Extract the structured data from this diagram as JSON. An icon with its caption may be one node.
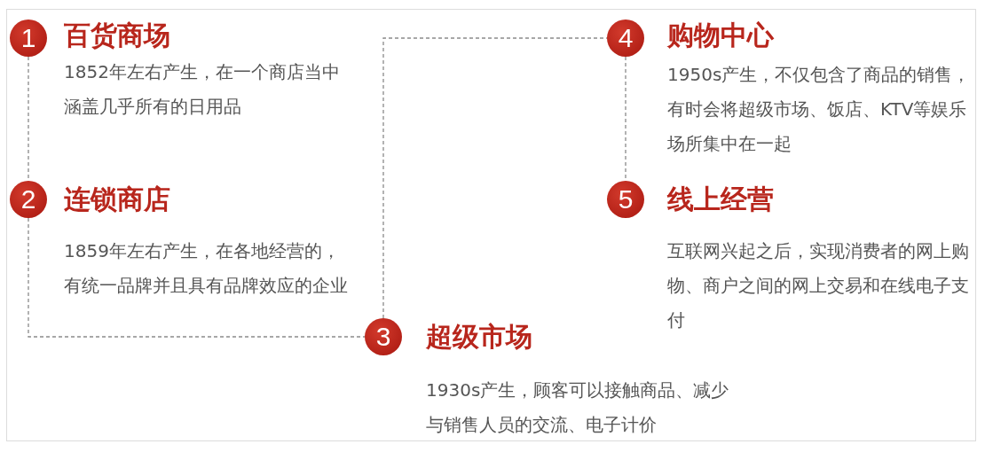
{
  "diagram": {
    "nodes": [
      {
        "text": [
          "1"
        ],
        "beside": [
          "百货商场",
          "1852年左右产生，在一个商店当中涵盖几乎所有的日用品"
        ]
      },
      {
        "text": [
          "2"
        ],
        "beside": [
          "连锁商店",
          "1859年左右产生，在各地经营的，有统一品牌并且具有品牌效应的企业"
        ]
      },
      {
        "text": [
          "3"
        ],
        "beside": [
          "超级市场",
          "1930s产生，顾客可以接触商品、减少与销售人员的交流、电子计价"
        ]
      },
      {
        "text": [
          "4"
        ],
        "beside": [
          "购物中心",
          "1950s产生，不仅包含了商品的销售，有时会将超级市场、饭店、KTV等娱乐场所集中在一起"
        ]
      },
      {
        "text": [
          "5"
        ],
        "beside": [
          "线上经营",
          "互联网兴起之后，实现消费者的网上购物、商户之间的网上交易和在线电子支付"
        ]
      }
    ],
    "edges": [
      {
        "from": 0,
        "to": 1,
        "arrow": "none",
        "style": "dashed"
      },
      {
        "from": 1,
        "to": 2,
        "arrow": "none",
        "style": "dashed"
      },
      {
        "from": 2,
        "to": 3,
        "arrow": "none",
        "style": "dashed"
      },
      {
        "from": 3,
        "to": 4,
        "arrow": "none",
        "style": "dashed"
      }
    ]
  }
}
